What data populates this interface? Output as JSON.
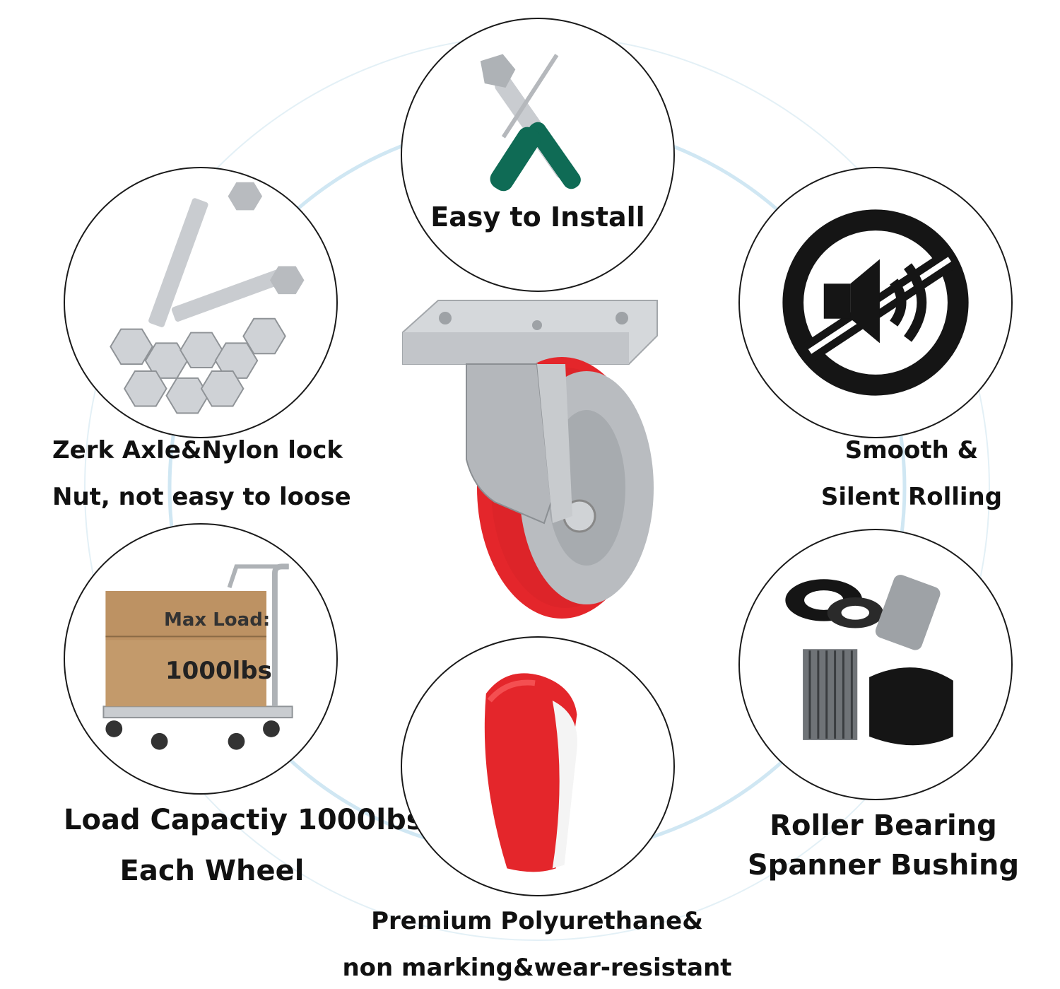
{
  "features": {
    "install": {
      "label": "Easy to Install",
      "icons": [
        "wrench-icon",
        "screwdriver-icon"
      ]
    },
    "nuts": {
      "line1": "Zerk Axle&Nylon lock",
      "line2": "Nut, not easy to loose",
      "icons": [
        "bolt-icon",
        "nut-icon"
      ]
    },
    "silent": {
      "line1": "Smooth &",
      "line2": "Silent Rolling",
      "icons": [
        "no-sound-icon"
      ]
    },
    "load": {
      "line1": "Load Capactiy 1000lbs",
      "line2": "Each Wheel",
      "box_line1": "Max Load:",
      "box_line2": "1000lbs",
      "icons": [
        "hand-truck-icon"
      ]
    },
    "bearing": {
      "line1": "Roller Bearing",
      "line2": "Spanner Bushing",
      "icons": [
        "bearing-icon"
      ]
    },
    "wheel": {
      "line1": "Premium Polyurethane&",
      "line2": "non marking&wear-resistant",
      "icons": [
        "wheel-tread-icon"
      ]
    }
  },
  "colors": {
    "wheel_red": "#e4262b",
    "metal_gray": "#c9ccd0",
    "handle_green": "#0f6b55",
    "ring_blue": "#a9d3ea",
    "box_brown": "#c39a6b",
    "icon_black": "#151515"
  }
}
